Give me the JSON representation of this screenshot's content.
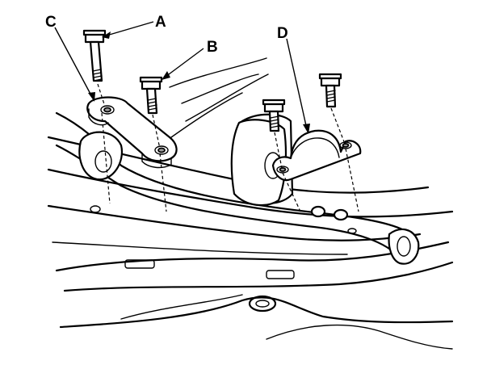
{
  "callouts": {
    "a": "A",
    "b": "B",
    "c": "C",
    "d": "D"
  },
  "colors": {
    "line": "#000000",
    "background": "#ffffff",
    "shade": "#9a9a9a"
  }
}
